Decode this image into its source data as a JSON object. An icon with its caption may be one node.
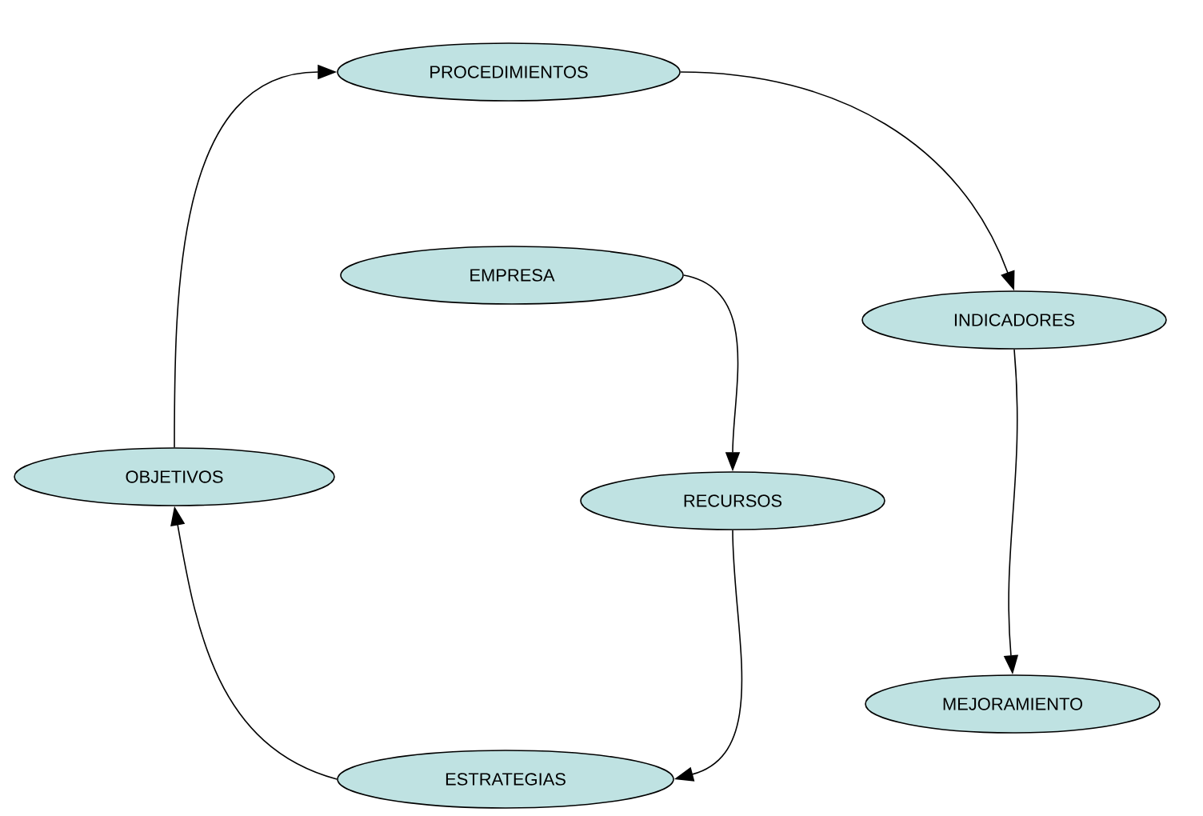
{
  "diagram": {
    "nodes": [
      {
        "text": [
          "PROCEDIMIENTOS"
        ]
      },
      {
        "text": [
          "EMPRESA"
        ]
      },
      {
        "text": [
          "INDICADORES"
        ]
      },
      {
        "text": [
          "OBJETIVOS"
        ]
      },
      {
        "text": [
          "RECURSOS"
        ]
      },
      {
        "text": [
          "MEJORAMIENTO"
        ]
      },
      {
        "text": [
          "ESTRATEGIAS"
        ]
      }
    ],
    "edges": [
      {
        "from": 3,
        "to": 0,
        "arrow": "to"
      },
      {
        "from": 0,
        "to": 2,
        "arrow": "to"
      },
      {
        "from": 1,
        "to": 4,
        "arrow": "to"
      },
      {
        "from": 2,
        "to": 5,
        "arrow": "to"
      },
      {
        "from": 4,
        "to": 6,
        "arrow": "to"
      },
      {
        "from": 6,
        "to": 3,
        "arrow": "to"
      }
    ]
  }
}
